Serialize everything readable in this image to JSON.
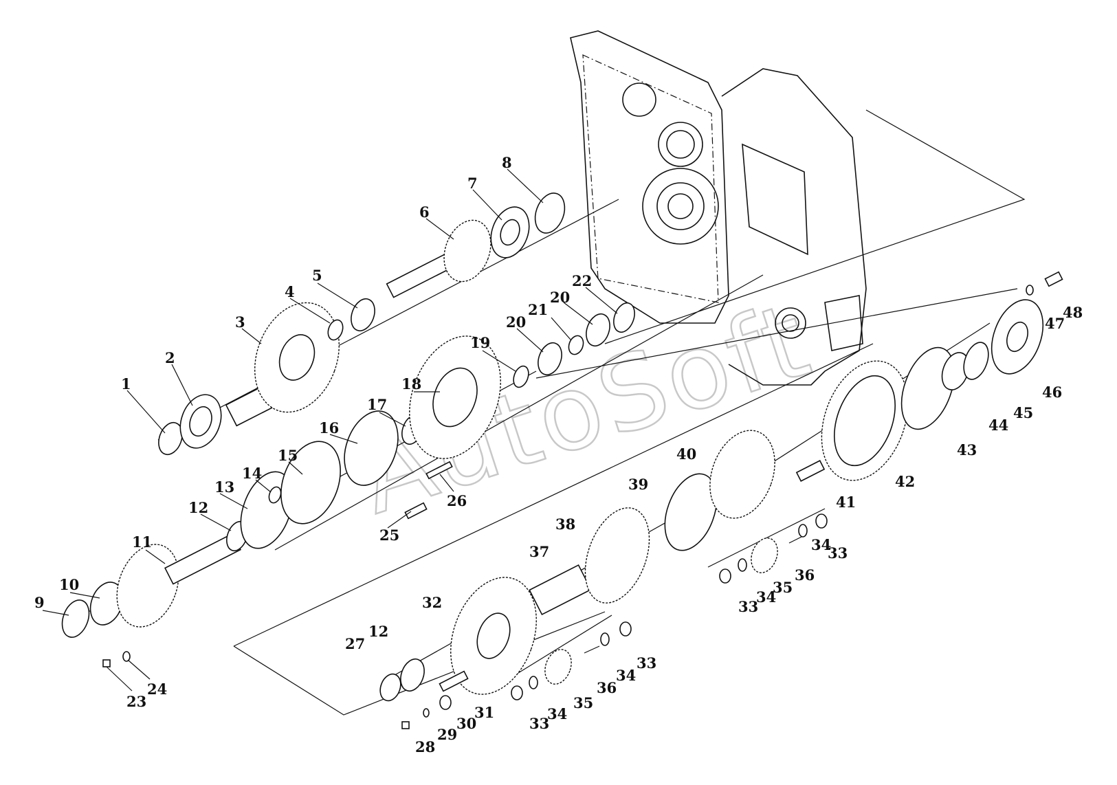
{
  "watermark": "AutoSoft",
  "callouts": [
    "1",
    "2",
    "3",
    "4",
    "5",
    "6",
    "7",
    "8",
    "9",
    "10",
    "11",
    "12",
    "12",
    "13",
    "14",
    "15",
    "16",
    "17",
    "18",
    "19",
    "20",
    "20",
    "21",
    "22",
    "23",
    "24",
    "25",
    "26",
    "27",
    "28",
    "29",
    "30",
    "31",
    "32",
    "33",
    "33",
    "33",
    "33",
    "34",
    "34",
    "34",
    "34",
    "35",
    "35",
    "36",
    "36",
    "37",
    "38",
    "39",
    "40",
    "41",
    "42",
    "43",
    "44",
    "45",
    "46",
    "47",
    "48"
  ]
}
